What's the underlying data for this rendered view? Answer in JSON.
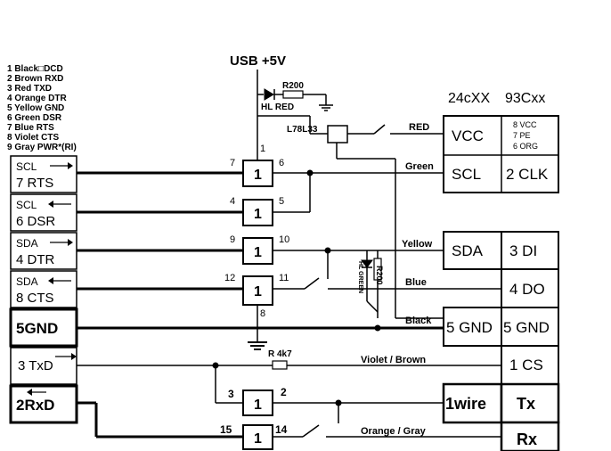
{
  "title": "USB +5V",
  "legend": [
    "1 Black□DCD",
    "2 Brown RXD",
    "3 Red TXD",
    "4 Orange DTR",
    "5 Yellow GND",
    "6 Green DSR",
    "7 Blue RTS",
    "8 Violet CTS",
    "9 Gray PWR*(RI)"
  ],
  "connector": {
    "pin_rts_sub": "SCL",
    "pin_rts": "7 RTS",
    "pin_dsr_sub": "SCL",
    "pin_dsr": "6 DSR",
    "pin_dtr_sub": "SDA",
    "pin_dtr": "4 DTR",
    "pin_cts_sub": "SDA",
    "pin_cts": "8 CTS",
    "pin_gnd": "5GND",
    "pin_txd": "3 TxD",
    "pin_rxd": "2RxD"
  },
  "parts": {
    "r200": "R200",
    "hl_red": "HL RED",
    "regulator": "L78L33",
    "resistor_r4k7": "R 4k7",
    "hl_green": "HL GREEN",
    "r200_vertical": "R200"
  },
  "gates": {
    "gate_label": "1",
    "p7": "7",
    "p6": "6",
    "p4": "4",
    "p5": "5",
    "p9": "9",
    "p10": "10",
    "p12": "12",
    "p11": "11",
    "p3": "3",
    "p2": "2",
    "p15": "15",
    "p14": "14",
    "p1": "1",
    "p8": "8"
  },
  "wires": {
    "red": "RED",
    "green": "Green",
    "yellow": "Yellow",
    "blue": "Blue",
    "black": "Black",
    "violet_brown": "Violet / Brown",
    "orange_gray": "Orange / Gray"
  },
  "chips": {
    "header_24": "24cXX",
    "header_93": "93Cxx",
    "vcc": "VCC",
    "vcc_pins": [
      "8 VCC",
      "7 PE",
      "6 ORG"
    ],
    "scl": "SCL",
    "clk": "2 CLK",
    "sda": "SDA",
    "di": "3 DI",
    "do": "4 DO",
    "gnd1": "5 GND",
    "gnd2": "5 GND",
    "cs": "1 CS",
    "onewire": "1wire",
    "tx": "Tx",
    "rx": "Rx"
  }
}
